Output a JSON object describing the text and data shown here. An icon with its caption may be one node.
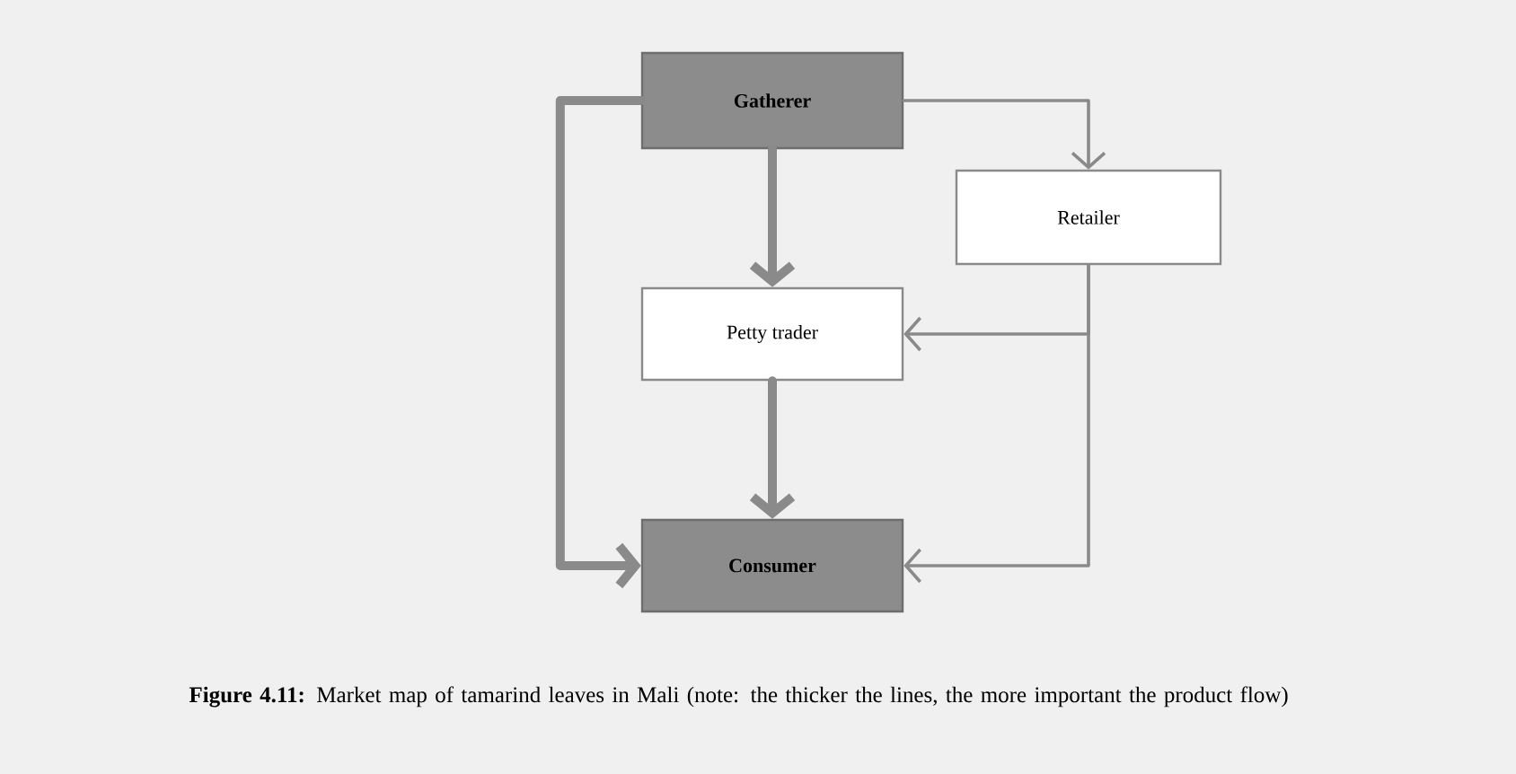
{
  "diagram": {
    "caption": "**Figure 4.11:** Market map of tamarind leaves in Mali (note: the thicker the lines, the more important the product flow)",
    "nodes": [
      {
        "text": [
          "Gatherer"
        ]
      },
      {
        "text": [
          "Retailer"
        ]
      },
      {
        "text": [
          "Petty trader"
        ]
      },
      {
        "text": [
          "Consumer"
        ]
      }
    ],
    "edges": [
      {
        "from": 0,
        "to": 1,
        "arrow": "to"
      },
      {
        "from": 0,
        "to": 2,
        "arrow": "to",
        "style": "thick"
      },
      {
        "from": 0,
        "to": 3,
        "arrow": "to",
        "style": "thick"
      },
      {
        "from": 1,
        "to": 2,
        "arrow": "to"
      },
      {
        "from": 1,
        "to": 3,
        "arrow": "to"
      },
      {
        "from": 2,
        "to": 3,
        "arrow": "to",
        "style": "thick"
      }
    ]
  }
}
